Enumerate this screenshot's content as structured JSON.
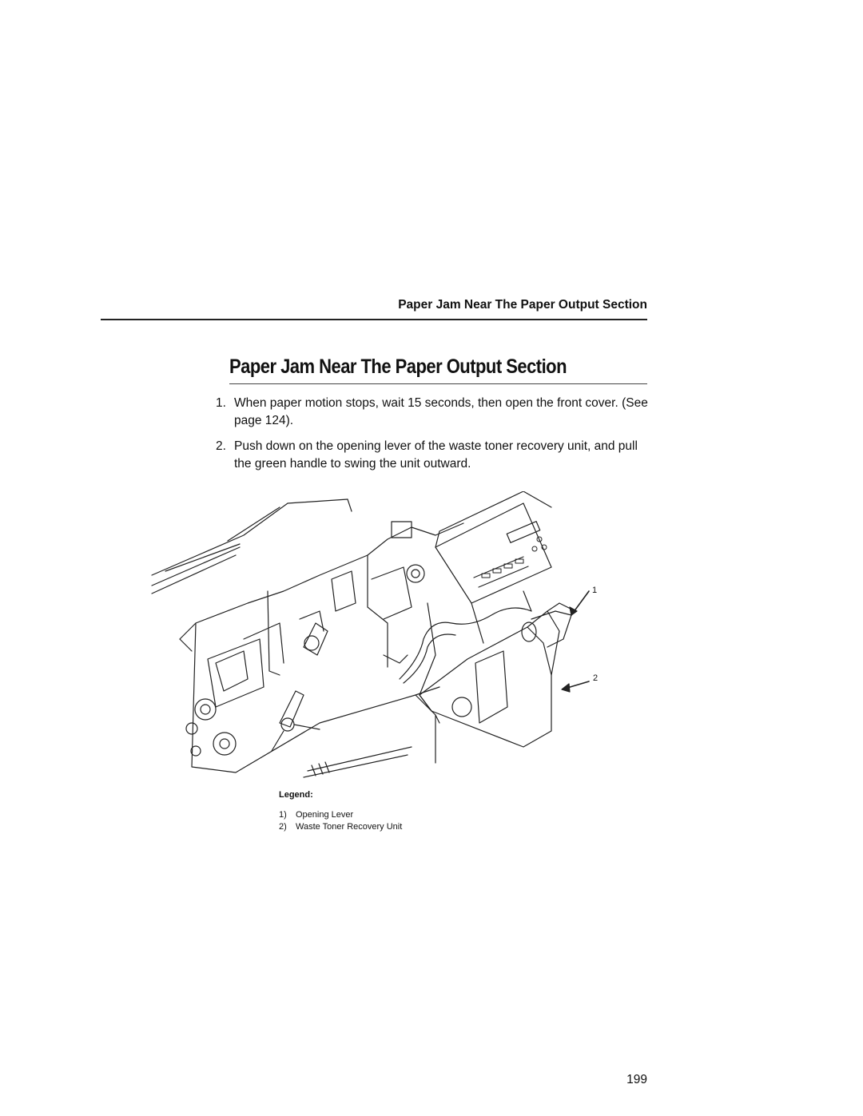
{
  "running_head": "Paper Jam Near The Paper Output Section",
  "section_title": "Paper Jam Near The Paper Output Section",
  "steps": [
    {
      "number": "1.",
      "text": "When paper motion stops, wait 15 seconds, then open the front cover. (See page 124)."
    },
    {
      "number": "2.",
      "text": "Push down on the opening lever of the waste toner recovery unit, and pull the green handle to swing the unit outward."
    }
  ],
  "figure": {
    "callouts": [
      "1",
      "2"
    ]
  },
  "legend": {
    "title": "Legend:",
    "items": [
      {
        "number": "1)",
        "label": "Opening Lever"
      },
      {
        "number": "2)",
        "label": "Waste Toner Recovery Unit"
      }
    ]
  },
  "page_number": "199"
}
